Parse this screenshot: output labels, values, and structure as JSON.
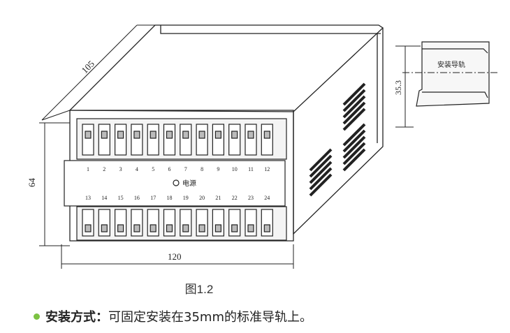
{
  "dimensions": {
    "depth": "105",
    "height": "64",
    "width": "120",
    "rail_height": "35.3"
  },
  "rail_label": "安装导轨",
  "power_label": "电源",
  "terminals_top": [
    "1",
    "2",
    "3",
    "4",
    "5",
    "6",
    "7",
    "8",
    "9",
    "10",
    "11",
    "12"
  ],
  "terminals_bottom": [
    "13",
    "14",
    "15",
    "16",
    "17",
    "18",
    "19",
    "20",
    "21",
    "22",
    "23",
    "24"
  ],
  "caption": "图1.2",
  "note": {
    "key": "安装方式：",
    "text": "可固定安装在35mm的标准导轨上。",
    "bullet_color": "#7cc242"
  }
}
